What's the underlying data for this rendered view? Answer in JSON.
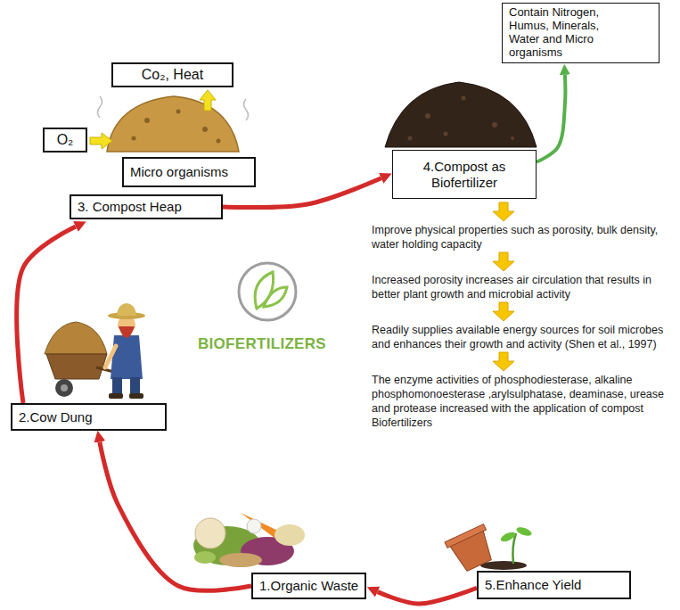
{
  "diagram": {
    "nodes": [
      {
        "text": [
          "Co₂, Heat"
        ]
      },
      {
        "text": [
          "Contain Nitrogen, Humus, Minerals, Water and Micro organisms"
        ]
      },
      {
        "text": [
          "O₂"
        ]
      },
      {
        "text": [
          "Micro organisms"
        ]
      },
      {
        "text": [
          "4.Compost as Biofertilizer"
        ]
      },
      {
        "text": [
          "3. Compost Heap"
        ]
      },
      {
        "text": [
          "2.Cow Dung"
        ]
      },
      {
        "text": [
          "1.Organic Waste"
        ]
      },
      {
        "text": [
          "5.Enhance Yield"
        ]
      }
    ],
    "edges": [
      {
        "from": 7,
        "to": 6,
        "arrow": "to"
      },
      {
        "from": 6,
        "to": 5,
        "arrow": "to"
      },
      {
        "from": 5,
        "to": 4,
        "arrow": "to"
      },
      {
        "from": 4,
        "to": 1,
        "arrow": "to"
      },
      {
        "from": 8,
        "to": 7,
        "arrow": "to"
      }
    ],
    "labels": [
      "Improve physical properties such as porosity, bulk density, water holding capacity",
      "Increased porosity increases air circulation that results in better plant growth and microbial activity",
      "Readily supplies available energy sources for soil microbes and enhances their growth and activity (Shen et al., 1997)",
      "The enzyme activities of phosphodiesterase, alkaline phosphomonoesterase ,arylsulphatase, deaminase, urease and protease increased with the application of compost Biofertilizers",
      "BIOFERTILIZERS"
    ]
  }
}
